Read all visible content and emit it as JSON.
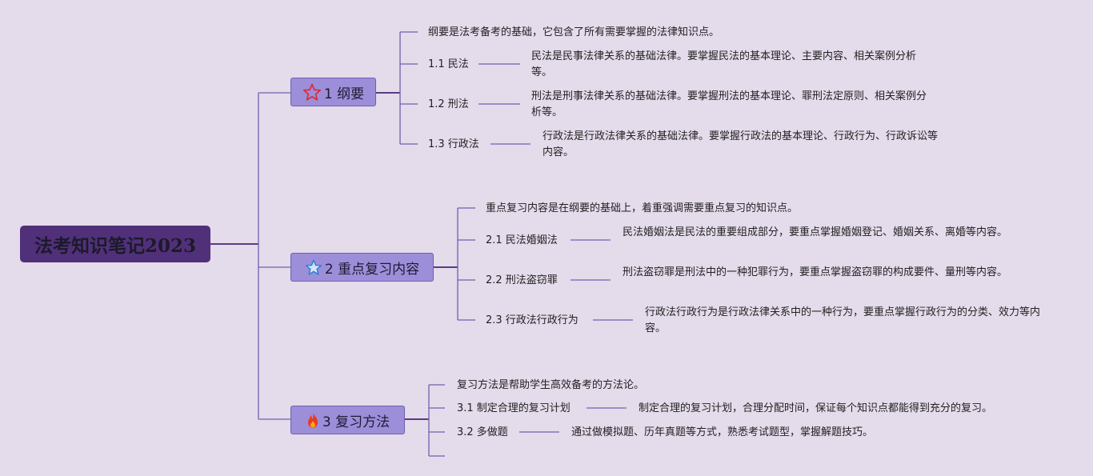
{
  "colors": {
    "background": "#e4dbeb",
    "root": "#51307a",
    "topic": "#9c8ed8",
    "line": "#6f62ae",
    "topic_connector": "#5b3a86"
  },
  "root": {
    "title": "法考知识笔记2023"
  },
  "topics": [
    {
      "icon": "star-outline-red-icon",
      "label": "1 纲要",
      "summary": "纲要是法考备考的基础，它包含了所有需要掌握的法律知识点。",
      "items": [
        {
          "label": "1.1 民法",
          "desc": "民法是民事法律关系的基础法律。要掌握民法的基本理论、主要内容、相关案例分析等。"
        },
        {
          "label": "1.2 刑法",
          "desc": "刑法是刑事法律关系的基础法律。要掌握刑法的基本理论、罪刑法定原则、相关案例分析等。"
        },
        {
          "label": "1.3 行政法",
          "desc": "行政法是行政法律关系的基础法律。要掌握行政法的基本理论、行政行为、行政诉讼等内容。"
        }
      ]
    },
    {
      "icon": "star-outline-blue-icon",
      "label": "2 重点复习内容",
      "summary": "重点复习内容是在纲要的基础上，着重强调需要重点复习的知识点。",
      "items": [
        {
          "label": "2.1 民法婚姻法",
          "desc": "民法婚姻法是民法的重要组成部分，要重点掌握婚姻登记、婚姻关系、离婚等内容。"
        },
        {
          "label": "2.2 刑法盗窃罪",
          "desc": "刑法盗窃罪是刑法中的一种犯罪行为，要重点掌握盗窃罪的构成要件、量刑等内容。"
        },
        {
          "label": "2.3 行政法行政行为",
          "desc": "行政法行政行为是行政法律关系中的一种行为，要重点掌握行政行为的分类、效力等内容。"
        }
      ]
    },
    {
      "icon": "fire-icon",
      "label": "3 复习方法",
      "summary": "复习方法是帮助学生高效备考的方法论。",
      "items": [
        {
          "label": "3.1 制定合理的复习计划",
          "desc": "制定合理的复习计划，合理分配时间，保证每个知识点都能得到充分的复习。"
        },
        {
          "label": "3.2 多做题",
          "desc": "通过做模拟题、历年真题等方式，熟悉考试题型，掌握解题技巧。"
        }
      ]
    }
  ]
}
